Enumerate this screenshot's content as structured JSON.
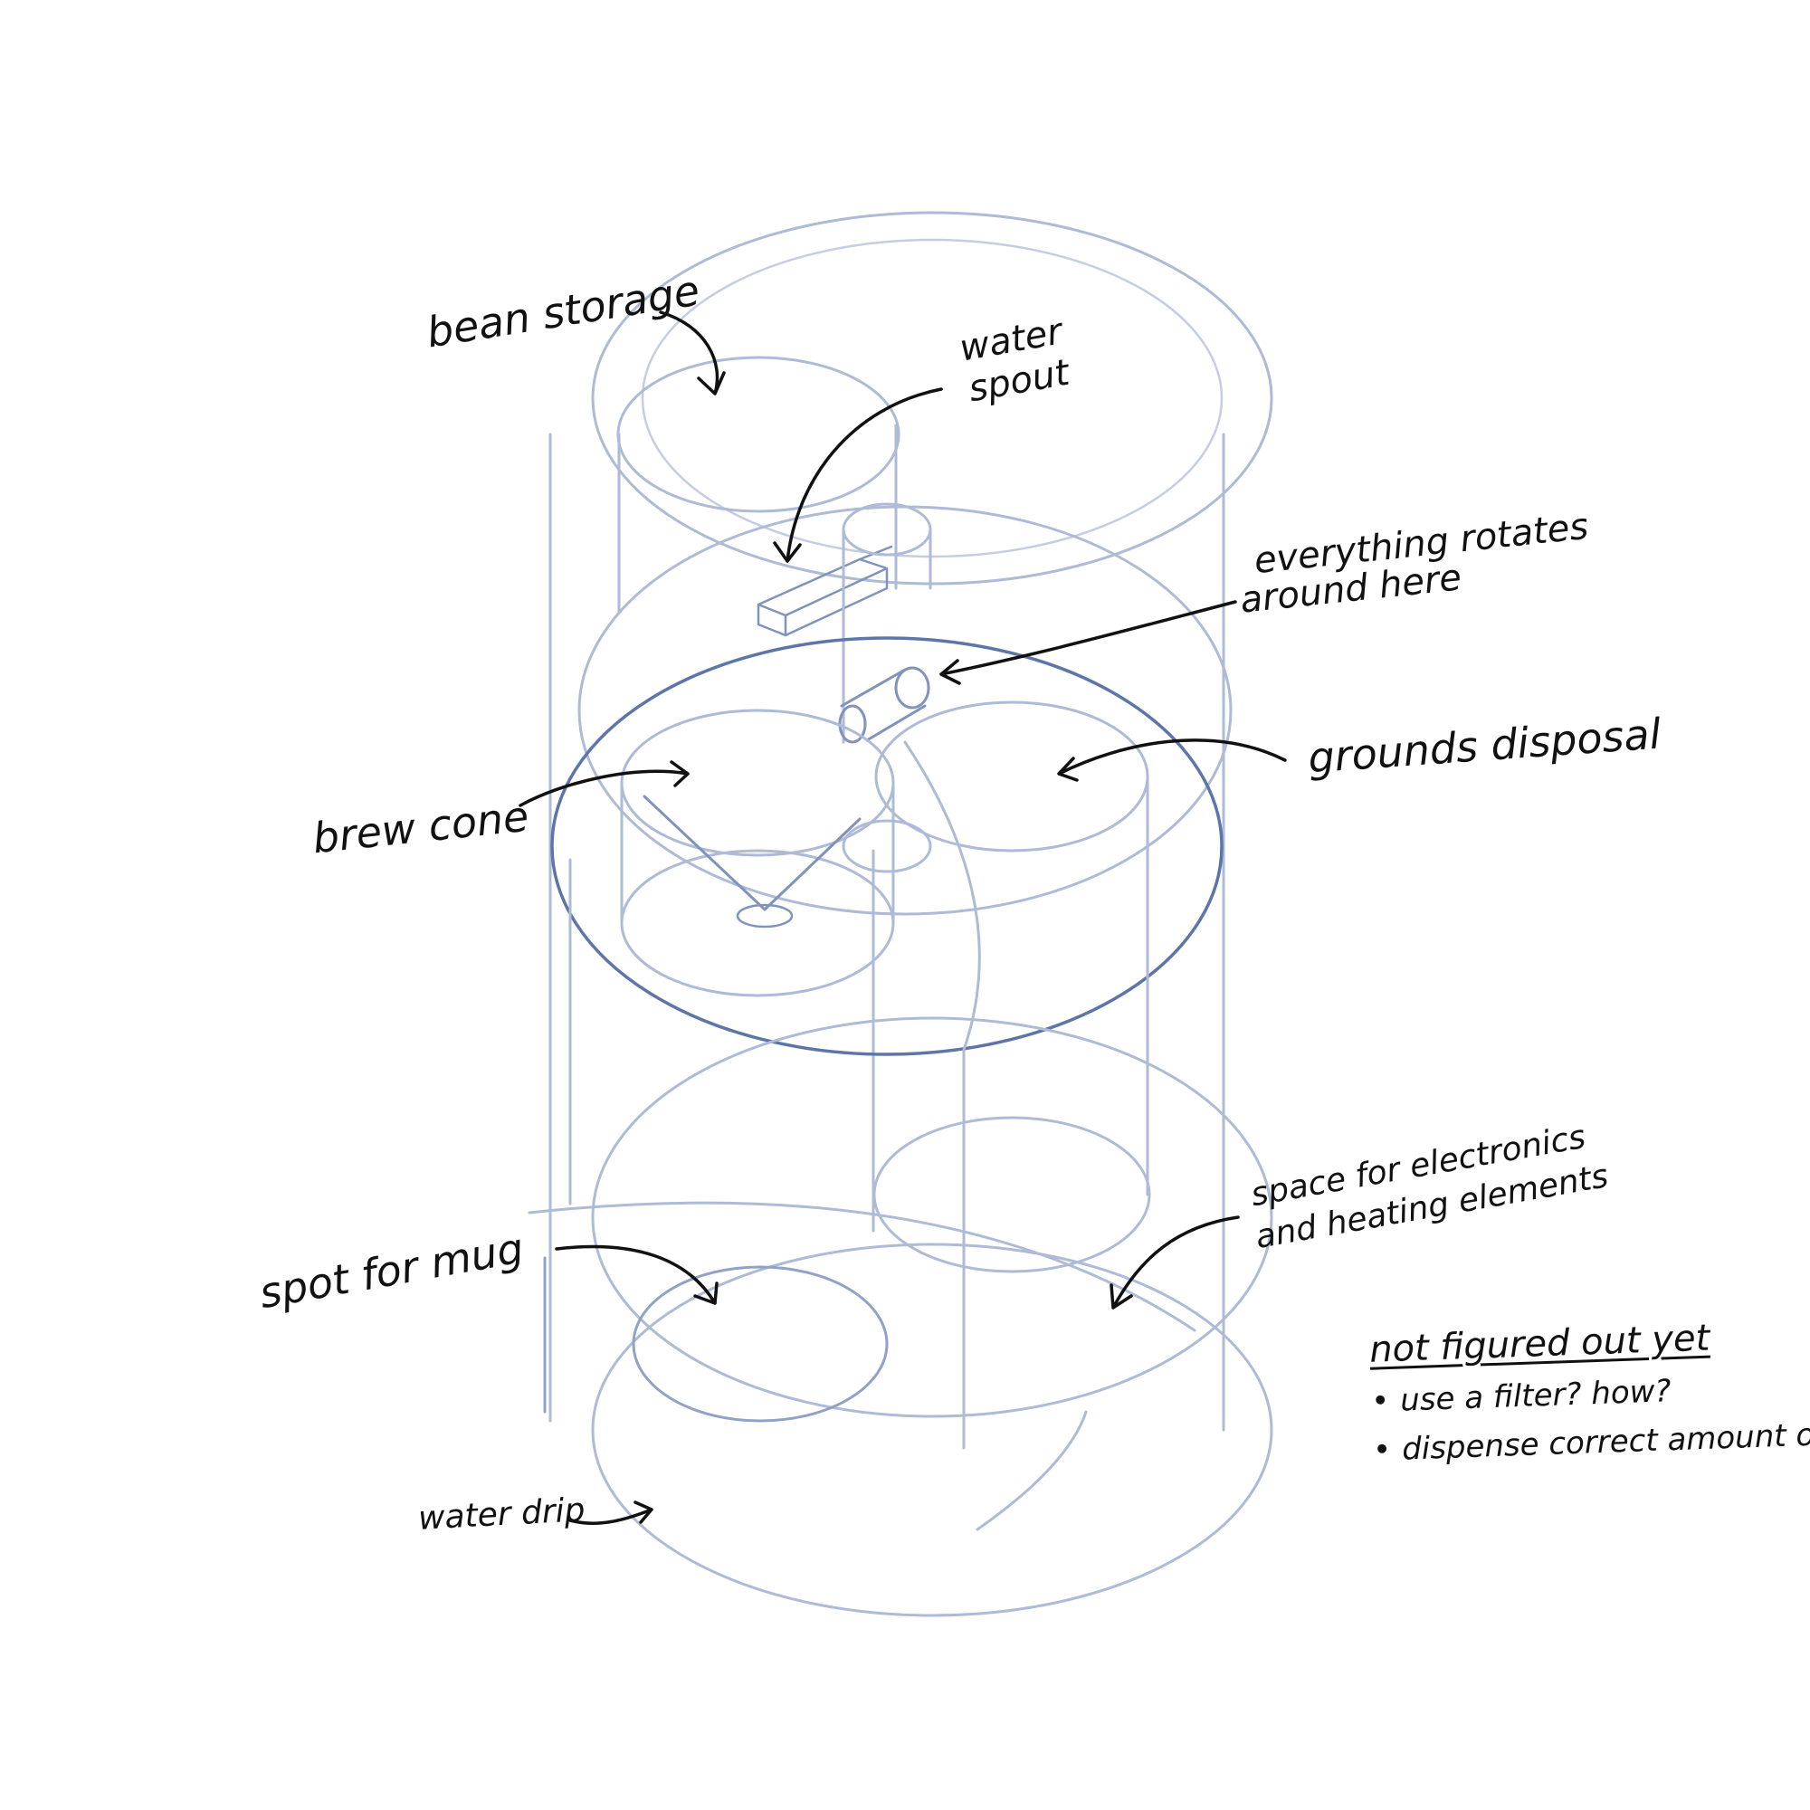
{
  "labels": {
    "bean_storage": "bean storage",
    "water_spout_line1": "water",
    "water_spout_line2": "spout",
    "rotates_line1": "everything rotates",
    "rotates_line2": "around here",
    "grounds_disposal": "grounds disposal",
    "brew_cone": "brew cone",
    "electronics_line1": "space for electronics",
    "electronics_line2": "and heating elements",
    "spot_for_mug": "spot for mug",
    "water_drip": "water drip"
  },
  "notes": {
    "title": "not figured out yet",
    "items": [
      "use a filter? how?",
      "dispense correct amount of"
    ]
  },
  "colors": {
    "sketch_light": "#aebbd6",
    "sketch_mid": "#8fa2c8",
    "sketch_dark": "#5d75a8",
    "ink": "#111111"
  }
}
